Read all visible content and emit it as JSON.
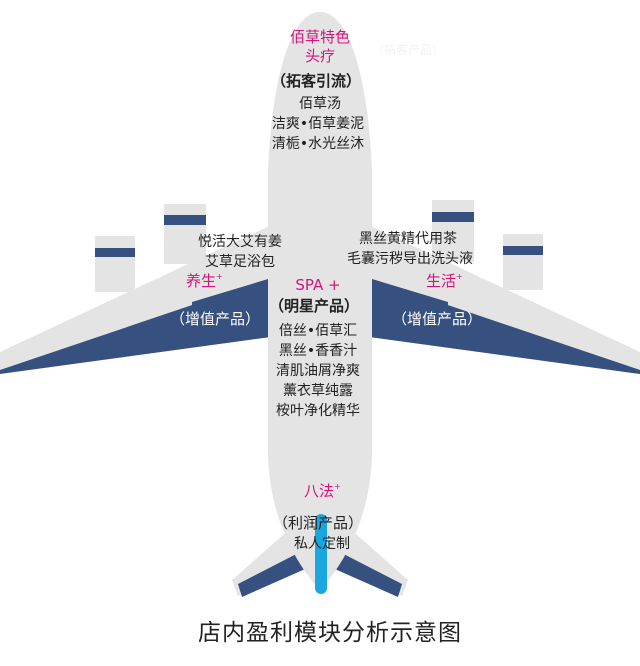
{
  "colors": {
    "body": "#e4e4e4",
    "wing_navy": "#36507f",
    "tail_blue": "#1aa7e0",
    "accent": "#d4147b",
    "text": "#222222"
  },
  "head": {
    "title_line1": "佰草特色",
    "title_line2": "头疗",
    "subtitle": "（拓客引流）",
    "items": [
      "佰草汤",
      "洁爽•佰草姜泥",
      "清栀•水光丝沐"
    ],
    "ghost_text": "（拓客产品）"
  },
  "left_wing": {
    "items": [
      "悦活大艾有姜",
      "艾草足浴包"
    ],
    "title": "养生",
    "sup": "+",
    "subtitle": "（增值产品）"
  },
  "right_wing": {
    "items": [
      "黑丝黄精代用茶",
      "毛囊污秽导出洗头液"
    ],
    "title": "生活",
    "sup": "+",
    "subtitle": "（增值产品）"
  },
  "center": {
    "title": "SPA +",
    "subtitle": "（明星产品）",
    "items": [
      "倍丝•佰草汇",
      "黑丝•香香汁",
      "清肌油屑净爽",
      "薰衣草纯露",
      "桉叶净化精华"
    ]
  },
  "tail": {
    "title": "八法",
    "sup": "+",
    "subtitle": "（利润产品）",
    "item": "私人定制"
  },
  "caption": "店内盈利模块分析示意图"
}
